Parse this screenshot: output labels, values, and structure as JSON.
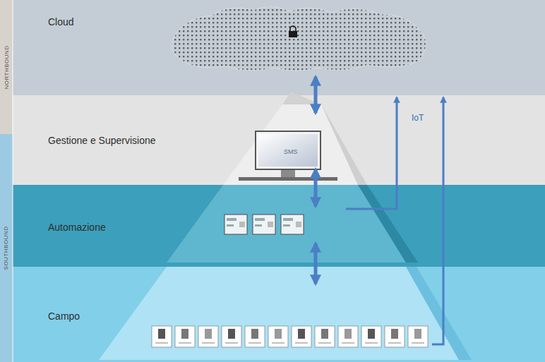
{
  "diagram": {
    "nodes": [
      {
        "text": [
          "Cloud"
        ]
      },
      {
        "text": [
          "Gestione e Supervisione"
        ]
      },
      {
        "text": [
          "Automazione"
        ]
      },
      {
        "text": [
          "Campo"
        ]
      },
      {
        "text": [
          "SMS"
        ],
        "in": 1
      }
    ],
    "edges": [
      {
        "from": 0,
        "to": 4,
        "arrow": "both"
      },
      {
        "from": 4,
        "to": 2,
        "arrow": "both"
      },
      {
        "from": 2,
        "to": 3,
        "arrow": "both"
      },
      {
        "from": 2,
        "to": 0,
        "arrow": "to",
        "label": "IoT"
      },
      {
        "from": 3,
        "to": 0,
        "arrow": "to"
      }
    ],
    "labels": [
      "NORTHBOUND",
      "SOUTHBOUND"
    ]
  }
}
